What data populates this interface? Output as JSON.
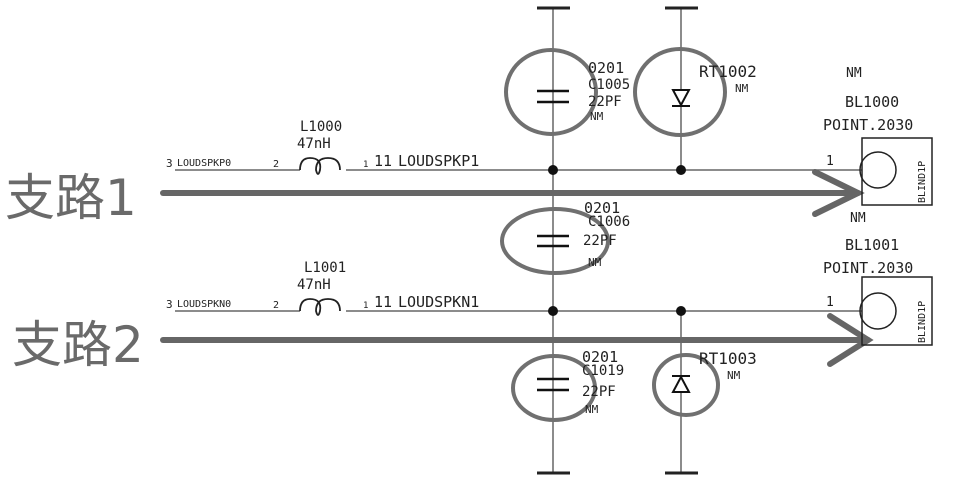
{
  "branches": [
    {
      "label": "支路1"
    },
    {
      "label": "支路2"
    }
  ],
  "inductors": [
    {
      "ref": "L1000",
      "value": "47nH",
      "net_in": "LOUDSPKP0",
      "pin_in": "3",
      "pin_a": "2",
      "pin_b": "1",
      "net_out": "LOUDSPKP1",
      "pin_out": "11"
    },
    {
      "ref": "L1001",
      "value": "47nH",
      "net_in": "LOUDSPKN0",
      "pin_in": "3",
      "pin_a": "2",
      "pin_b": "1",
      "net_out": "LOUDSPKN1",
      "pin_out": "11"
    }
  ],
  "capacitors": [
    {
      "size": "0201",
      "ref": "C1005",
      "value": "22PF",
      "note": "NM"
    },
    {
      "size": "0201",
      "ref": "C1006",
      "value": "22PF",
      "note": "NM"
    },
    {
      "size": "0201",
      "ref": "C1019",
      "value": "22PF",
      "note": "NM"
    }
  ],
  "tvs": [
    {
      "ref": "RT1002",
      "note": "NM"
    },
    {
      "ref": "RT1003",
      "note": "NM"
    }
  ],
  "points": [
    {
      "note": "NM",
      "ref": "BL1000",
      "footprint": "POINT.2030",
      "part": "BLIND1P",
      "pin": "1"
    },
    {
      "note": "NM",
      "ref": "BL1001",
      "footprint": "POINT.2030",
      "part": "BLIND1P",
      "pin": "1"
    }
  ],
  "colors": {
    "wire": "#555555",
    "highlight": "#6a6a6a"
  }
}
